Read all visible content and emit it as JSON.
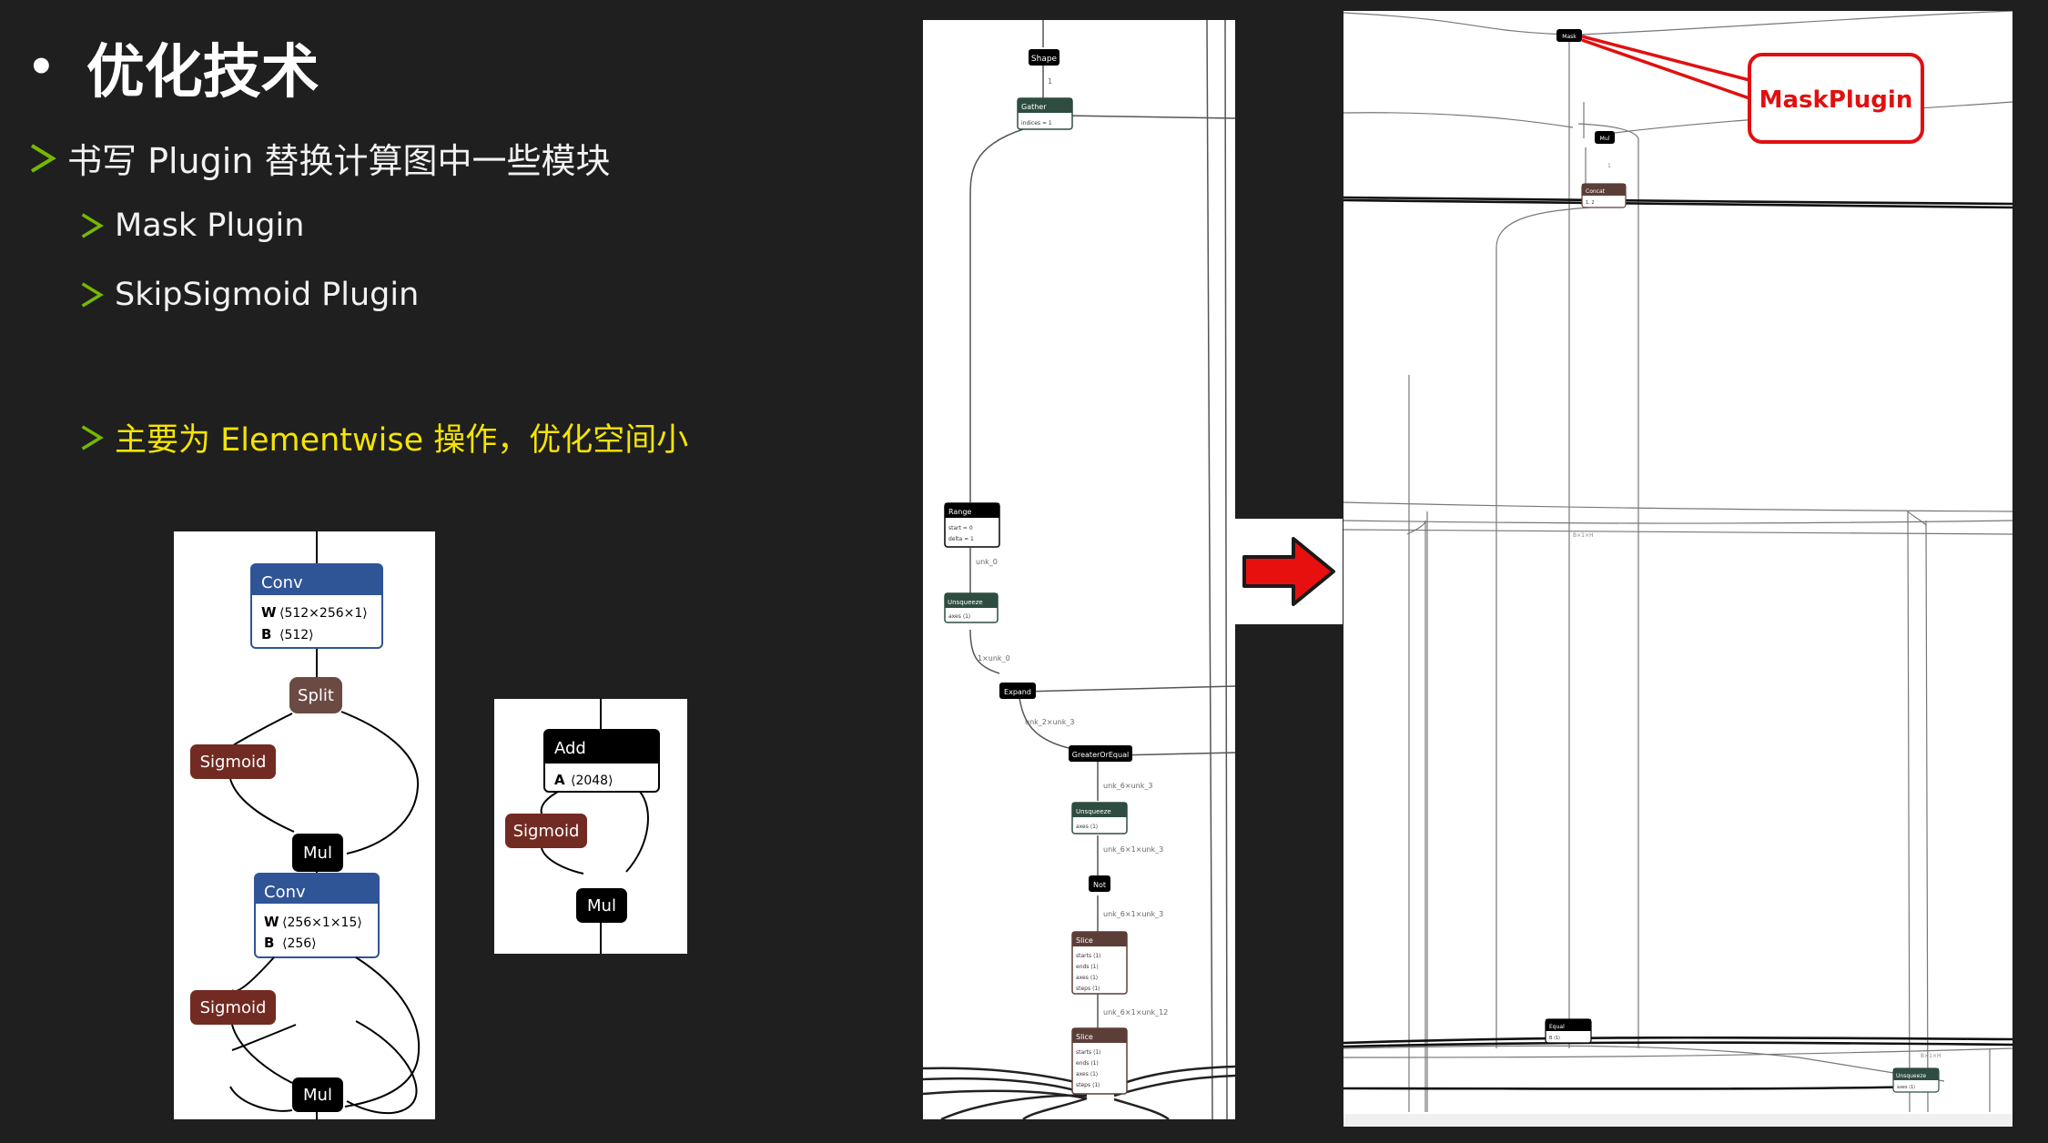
{
  "slide": {
    "title": "优化技术",
    "bullets": [
      {
        "text": "书写 Plugin 替换计算图中一些模块"
      },
      {
        "text": "Mask Plugin"
      },
      {
        "text": "SkipSigmoid Plugin"
      },
      {
        "text": "主要为 Elementwise 操作，优化空间小"
      }
    ]
  },
  "graph1": {
    "conv1": {
      "op": "Conv",
      "w_label": "W",
      "w_val": "⟨512×256×1⟩",
      "b_label": "B",
      "b_val": "⟨512⟩"
    },
    "split": "Split",
    "sigmoid1": "Sigmoid",
    "mul1": "Mul",
    "conv2": {
      "op": "Conv",
      "w_label": "W",
      "w_val": "⟨256×1×15⟩",
      "b_label": "B",
      "b_val": "⟨256⟩"
    },
    "sigmoid2": "Sigmoid",
    "mul2": "Mul"
  },
  "graph2": {
    "add": {
      "op": "Add",
      "a_label": "A",
      "a_val": "⟨2048⟩"
    },
    "sigmoid": "Sigmoid",
    "mul": "Mul"
  },
  "graph_before": {
    "nodes": {
      "shape": "Shape",
      "gather": "Gather",
      "gather_attr": "indices = 1",
      "range": "Range",
      "range_attr1": "start = 0",
      "range_attr2": "delta = 1",
      "unsqueeze1": "Unsqueeze",
      "unsqueeze1_attr": "axes ⟨1⟩",
      "expand": "Expand",
      "greater": "GreaterOrEqual",
      "unsqueeze2": "Unsqueeze",
      "unsqueeze2_attr": "axes ⟨1⟩",
      "not": "Not",
      "slice1": "Slice",
      "slice2": "Slice",
      "slice_starts": "starts ⟨1⟩",
      "slice_ends": "ends ⟨1⟩",
      "slice_axes": "axes ⟨1⟩",
      "slice_steps": "steps ⟨1⟩"
    },
    "edges": {
      "e1": "1",
      "e2": "unk_0",
      "e3": "1×unk_0",
      "e4": "unk_2×unk_3",
      "e5": "unk_6×unk_3",
      "e6": "unk_6×1×unk_3",
      "e7": "unk_6×1×unk_3",
      "e8": "unk_6×1×unk_12"
    }
  },
  "graph_after": {
    "mask": "Mask",
    "mul": "Mul",
    "concat": "Concat",
    "concat_attr": "1, 2",
    "equal": "Equal",
    "equal_attr": "B ⟨1⟩",
    "unsqueeze": "Unsqueeze",
    "unsqueeze_attr": "axes ⟨1⟩",
    "edge_mid": "B×1×H",
    "edge_a": "1",
    "edge_b": "B×1×H",
    "callout": "MaskPlugin"
  },
  "colors": {
    "conv": "#2f5597",
    "split": "#6b4a43",
    "sigmoid": "#722b22",
    "black": "#000000",
    "gather": "#2e4d40",
    "accent_green": "#76b900",
    "accent_yellow": "#f5e400",
    "callout_red": "#e01010",
    "arrow_red": "#e8100f"
  }
}
